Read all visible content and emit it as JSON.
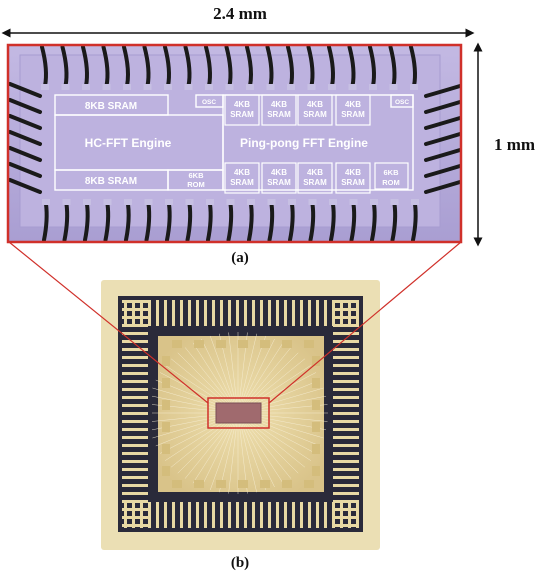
{
  "dimensions": {
    "width_label": "2.4 mm",
    "height_label": "1 mm"
  },
  "die": {
    "blocks": {
      "sram_top": "8KB SRAM",
      "sram_bottom": "8KB SRAM",
      "hc_fft": "HC-FFT Engine",
      "osc_left": "OSC",
      "osc_right": "OSC",
      "rom_left": [
        "6KB",
        "ROM"
      ],
      "rom_right": [
        "6KB",
        "ROM"
      ],
      "pingpong": "Ping-pong FFT Engine",
      "sram_4kb": [
        "4KB",
        "SRAM"
      ]
    }
  },
  "captions": {
    "a": "(a)",
    "b": "(b)"
  },
  "colors": {
    "die": "#b3a8d8",
    "die_light": "#cfc6ea",
    "block_border": "#ffffff",
    "highlight": "#d0302a",
    "package": "#e9dcae",
    "cavity": "#e0cc8e"
  }
}
